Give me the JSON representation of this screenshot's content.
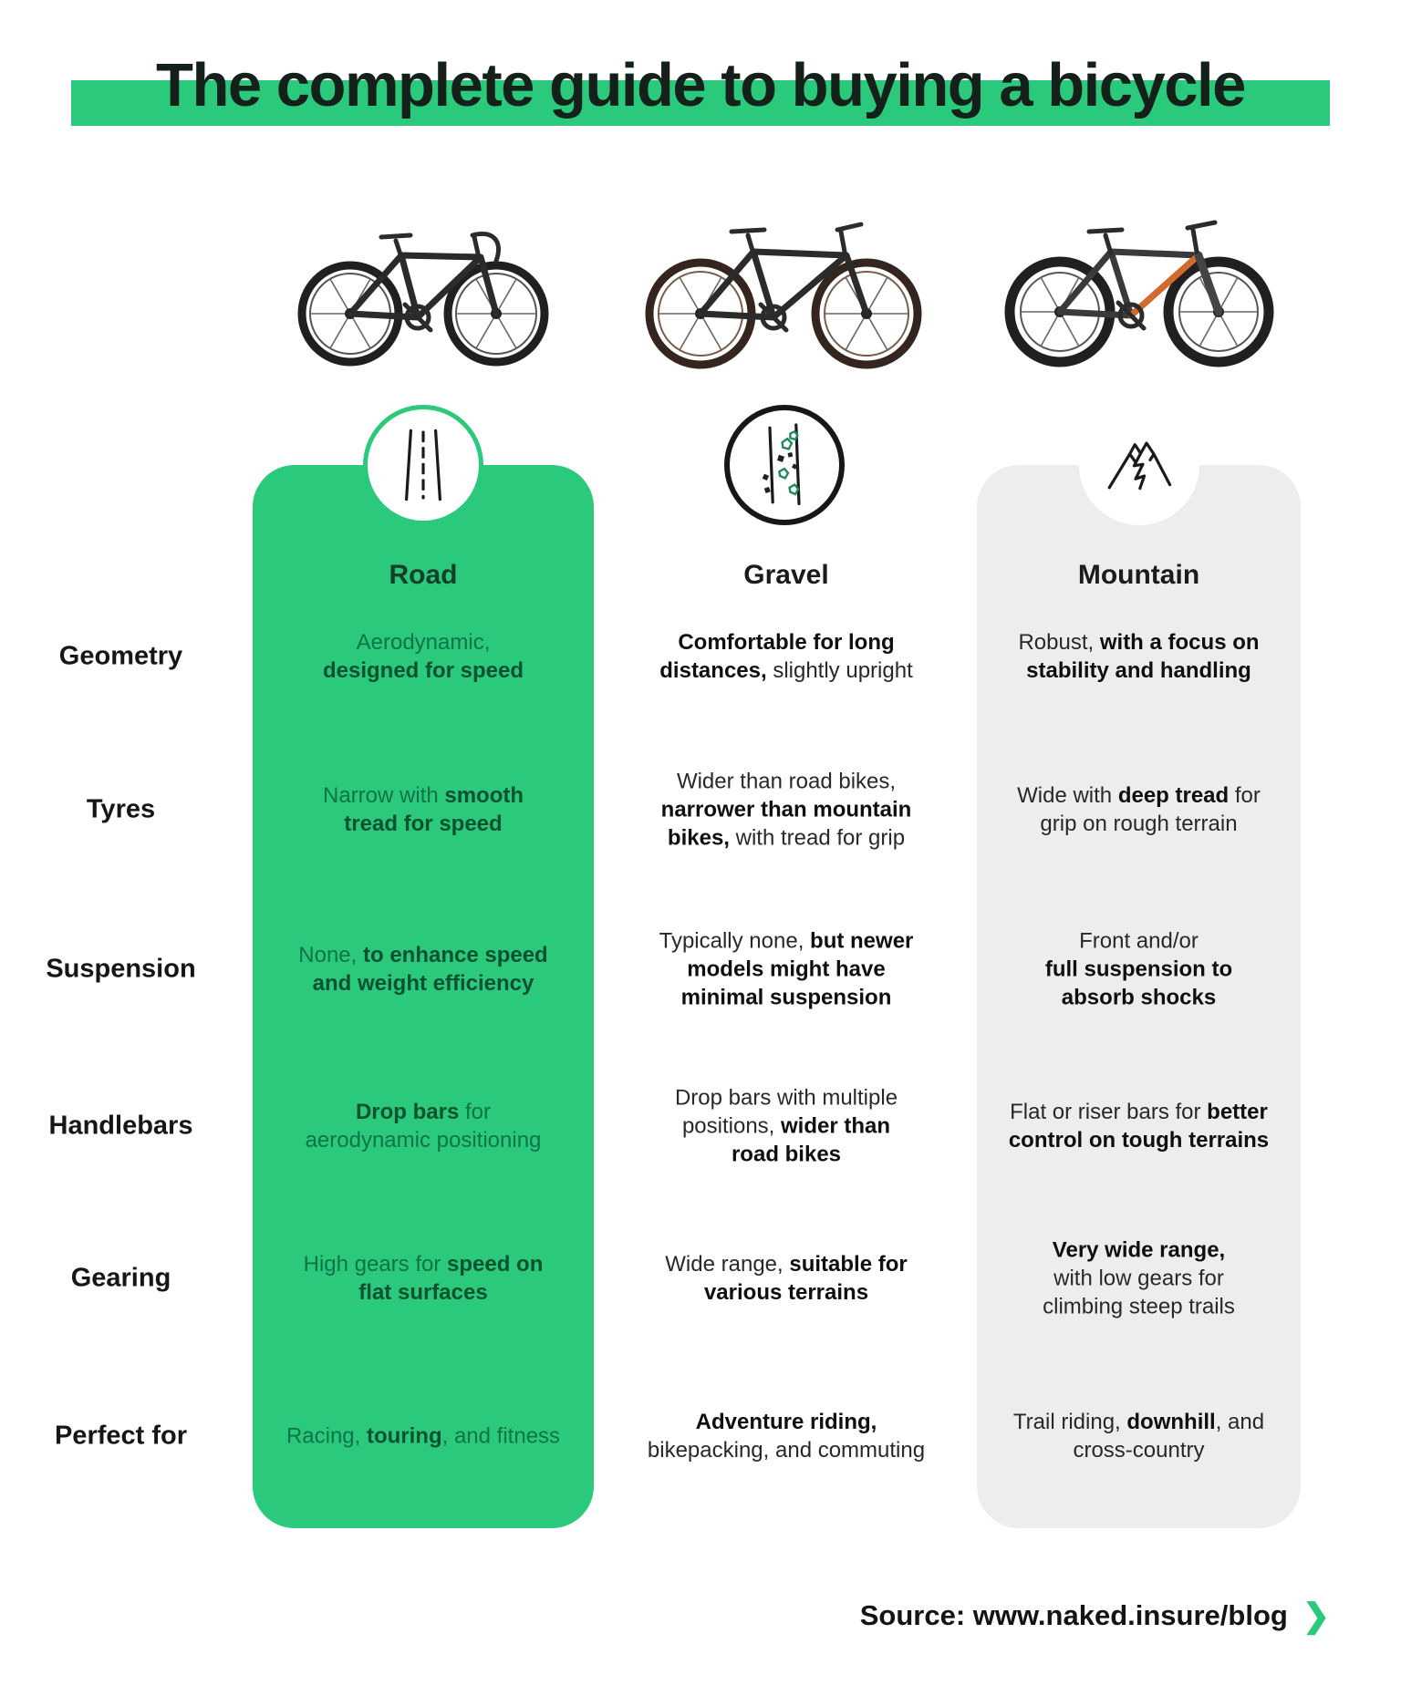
{
  "title": "The complete guide to buying a bicycle",
  "columns": [
    {
      "id": "road",
      "label": "Road"
    },
    {
      "id": "gravel",
      "label": "Gravel"
    },
    {
      "id": "mountain",
      "label": "Mountain"
    }
  ],
  "rows": [
    {
      "label": "Geometry",
      "cells": {
        "road": [
          [
            {
              "t": "Aerodynamic,",
              "b": 0
            }
          ],
          [
            {
              "t": "designed for speed",
              "b": 1
            }
          ]
        ],
        "gravel": [
          [
            {
              "t": "Comfortable for long",
              "b": 1
            }
          ],
          [
            {
              "t": "distances,",
              "b": 1
            },
            {
              "t": " slightly upright",
              "b": 0
            }
          ]
        ],
        "mountain": [
          [
            {
              "t": "Robust,",
              "b": 0
            },
            {
              "t": " with a focus on",
              "b": 1
            }
          ],
          [
            {
              "t": "stability and handling",
              "b": 1
            }
          ]
        ]
      }
    },
    {
      "label": "Tyres",
      "cells": {
        "road": [
          [
            {
              "t": "Narrow with ",
              "b": 0
            },
            {
              "t": "smooth",
              "b": 1
            }
          ],
          [
            {
              "t": "tread for speed",
              "b": 1
            }
          ]
        ],
        "gravel": [
          [
            {
              "t": "Wider than road bikes,",
              "b": 0
            }
          ],
          [
            {
              "t": "narrower than mountain",
              "b": 1
            }
          ],
          [
            {
              "t": "bikes,",
              "b": 1
            },
            {
              "t": " with tread for grip",
              "b": 0
            }
          ]
        ],
        "mountain": [
          [
            {
              "t": "Wide with ",
              "b": 0
            },
            {
              "t": "deep tread",
              "b": 1
            },
            {
              "t": " for",
              "b": 0
            }
          ],
          [
            {
              "t": "grip on rough terrain",
              "b": 0
            }
          ]
        ]
      }
    },
    {
      "label": "Suspension",
      "cells": {
        "road": [
          [
            {
              "t": "None,",
              "b": 0
            },
            {
              "t": " to enhance speed",
              "b": 1
            }
          ],
          [
            {
              "t": "and weight efficiency",
              "b": 1
            }
          ]
        ],
        "gravel": [
          [
            {
              "t": "Typically none,",
              "b": 0
            },
            {
              "t": " but newer",
              "b": 1
            }
          ],
          [
            {
              "t": "models might have",
              "b": 1
            }
          ],
          [
            {
              "t": "minimal suspension",
              "b": 1
            }
          ]
        ],
        "mountain": [
          [
            {
              "t": "Front and/or",
              "b": 0
            }
          ],
          [
            {
              "t": "full suspension to",
              "b": 1
            }
          ],
          [
            {
              "t": "absorb shocks",
              "b": 1
            }
          ]
        ]
      }
    },
    {
      "label": "Handlebars",
      "cells": {
        "road": [
          [
            {
              "t": "Drop bars",
              "b": 1
            },
            {
              "t": " for",
              "b": 0
            }
          ],
          [
            {
              "t": "aerodynamic positioning",
              "b": 0
            }
          ]
        ],
        "gravel": [
          [
            {
              "t": "Drop bars with multiple",
              "b": 0
            }
          ],
          [
            {
              "t": "positions,",
              "b": 0
            },
            {
              "t": " wider than",
              "b": 1
            }
          ],
          [
            {
              "t": "road bikes",
              "b": 1
            }
          ]
        ],
        "mountain": [
          [
            {
              "t": "Flat or riser bars for ",
              "b": 0
            },
            {
              "t": "better",
              "b": 1
            }
          ],
          [
            {
              "t": "control on tough terrains",
              "b": 1
            }
          ]
        ]
      }
    },
    {
      "label": "Gearing",
      "cells": {
        "road": [
          [
            {
              "t": "High gears for ",
              "b": 0
            },
            {
              "t": "speed on",
              "b": 1
            }
          ],
          [
            {
              "t": "flat surfaces",
              "b": 1
            }
          ]
        ],
        "gravel": [
          [
            {
              "t": "Wide range,",
              "b": 0
            },
            {
              "t": " suitable for",
              "b": 1
            }
          ],
          [
            {
              "t": "various terrains",
              "b": 1
            }
          ]
        ],
        "mountain": [
          [
            {
              "t": "Very wide range,",
              "b": 1
            }
          ],
          [
            {
              "t": "with low gears for",
              "b": 0
            }
          ],
          [
            {
              "t": "climbing steep trails",
              "b": 0
            }
          ]
        ]
      }
    },
    {
      "label": "Perfect for",
      "cells": {
        "road": [
          [
            {
              "t": "Racing, ",
              "b": 0
            },
            {
              "t": "touring",
              "b": 1
            },
            {
              "t": ", and fitness",
              "b": 0
            }
          ]
        ],
        "gravel": [
          [
            {
              "t": "Adventure riding,",
              "b": 1
            }
          ],
          [
            {
              "t": "bikepacking, and commuting",
              "b": 0
            }
          ]
        ],
        "mountain": [
          [
            {
              "t": "Trail riding, ",
              "b": 0
            },
            {
              "t": "downhill",
              "b": 1
            },
            {
              "t": ", and",
              "b": 0
            }
          ],
          [
            {
              "t": "cross-country",
              "b": 0
            }
          ]
        ]
      }
    }
  ],
  "source": {
    "label": "Source: www.naked.insure/blog",
    "chevron": "❯"
  },
  "colors": {
    "green": "#2bc97c",
    "gray_card": "#ededed",
    "road_text": "#0d7447",
    "road_text_bold": "#0a522f",
    "road_header": "#153f29"
  }
}
